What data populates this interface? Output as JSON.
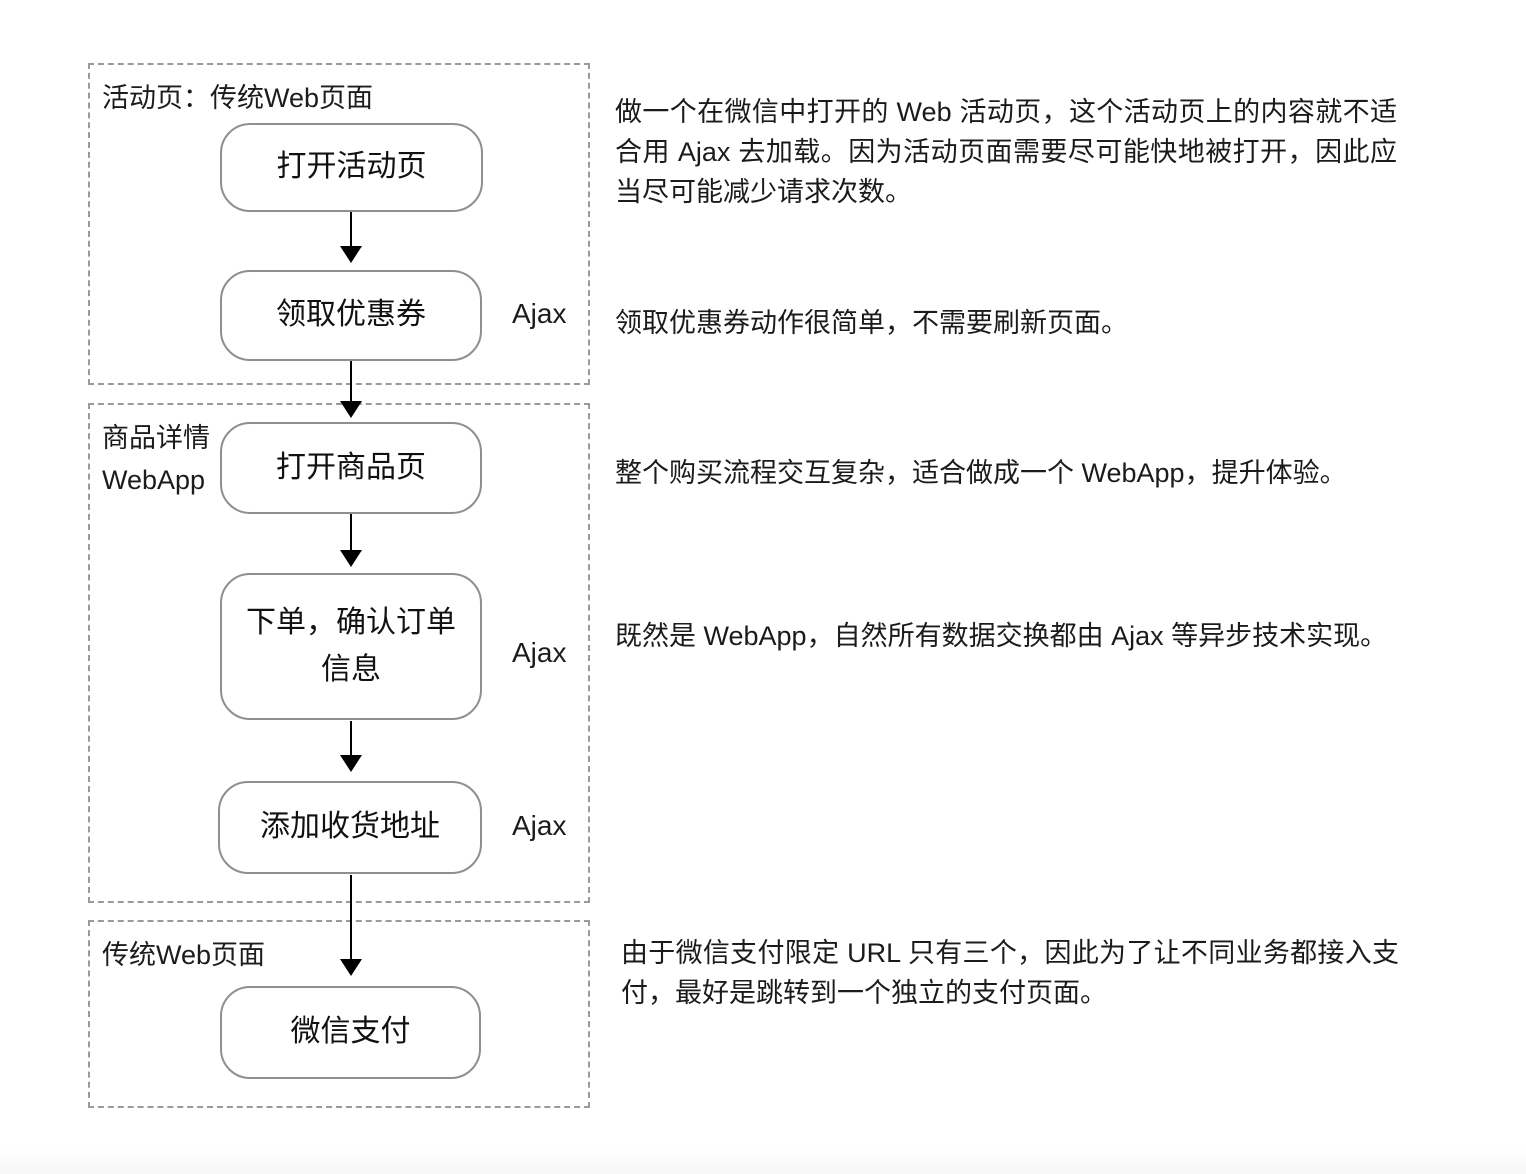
{
  "diagram": {
    "sections": [
      {
        "id": "activity-page",
        "label_lines": [
          "活动页：传统Web页面"
        ]
      },
      {
        "id": "product-detail",
        "label_lines": [
          "商品详情",
          "WebApp"
        ]
      },
      {
        "id": "payment-page",
        "label_lines": [
          "传统Web页面"
        ]
      }
    ],
    "nodes": [
      {
        "id": "open-activity-page",
        "label": "打开活动页"
      },
      {
        "id": "claim-coupon",
        "label": "领取优惠券"
      },
      {
        "id": "open-product-page",
        "label": "打开商品页"
      },
      {
        "id": "place-order-confirm",
        "label": "下单，确认订单信息"
      },
      {
        "id": "add-shipping-address",
        "label": "添加收货地址"
      },
      {
        "id": "wechat-pay",
        "label": "微信支付"
      }
    ],
    "tags": [
      {
        "label": "Ajax",
        "attached_to": "claim-coupon"
      },
      {
        "label": "Ajax",
        "attached_to": "place-order-confirm"
      },
      {
        "label": "Ajax",
        "attached_to": "add-shipping-address"
      }
    ]
  },
  "annotations": [
    {
      "text": "做一个在微信中打开的 Web 活动页，这个活动页上的内容就不适合用 Ajax 去加载。因为活动页面需要尽可能快地被打开，因此应当尽可能减少请求次数。"
    },
    {
      "text": "领取优惠券动作很简单，不需要刷新页面。"
    },
    {
      "text": "整个购买流程交互复杂，适合做成一个 WebApp，提升体验。"
    },
    {
      "text": "既然是 WebApp，自然所有数据交换都由 Ajax 等异步技术实现。"
    },
    {
      "text": "由于微信支付限定 URL 只有三个，因此为了让不同业务都接入支付，最好是跳转到一个独立的支付页面。"
    }
  ],
  "colors": {
    "section_border": "#9a9a9a",
    "node_border": "#8e8e93",
    "arrow": "#000000",
    "text": "#1c1c1e",
    "background": "#ffffff"
  }
}
